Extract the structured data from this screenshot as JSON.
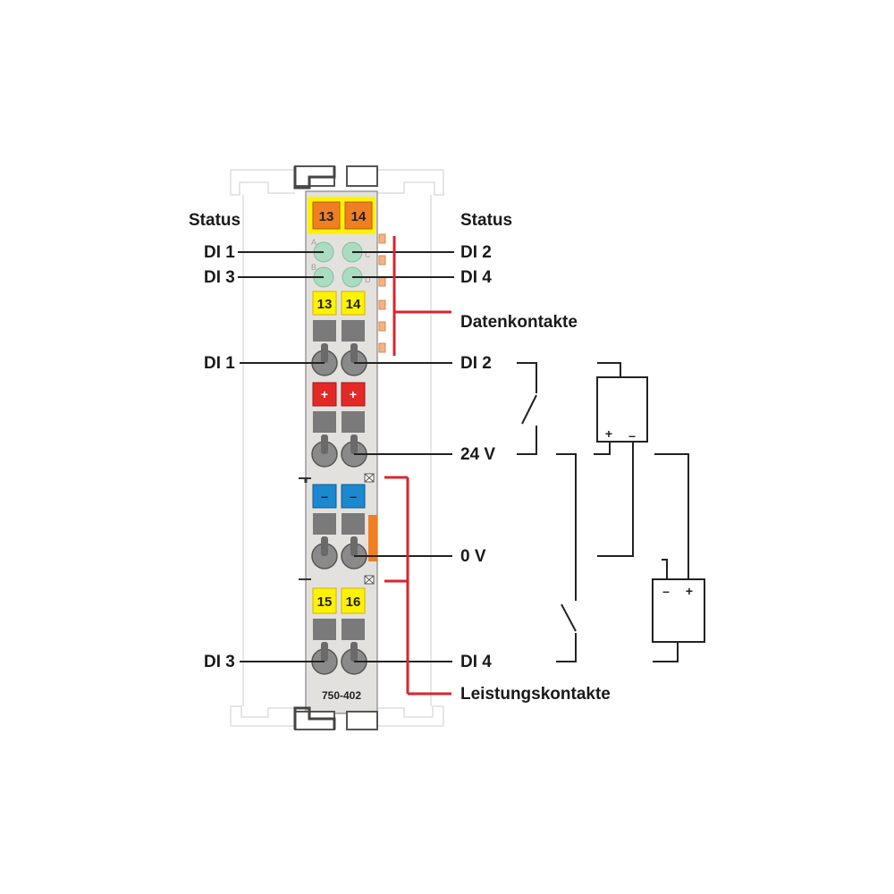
{
  "labels": {
    "status_left": "Status",
    "status_right": "Status",
    "led_di1": "DI 1",
    "led_di3": "DI 3",
    "led_di2": "DI 2",
    "led_di4": "DI 4",
    "datenkontakte": "Datenkontakte",
    "conn_di1": "DI 1",
    "conn_di2": "DI 2",
    "v24": "24 V",
    "v0": "0 V",
    "conn_di3": "DI 3",
    "conn_di4": "DI 4",
    "leistungskontakte": "Leistungskontakte"
  },
  "module": {
    "model": "750-402",
    "status_terminals": [
      "13",
      "14"
    ],
    "top_terminals": [
      "13",
      "14"
    ],
    "plus_terminals": [
      "+",
      "+"
    ],
    "minus_terminals": [
      "–",
      "–"
    ],
    "bottom_terminals": [
      "15",
      "16"
    ],
    "led_letters": [
      "A",
      "C",
      "B",
      "D"
    ]
  },
  "circuit": {
    "source1_signs": [
      "+",
      "–"
    ],
    "source2_signs": [
      "–",
      "+"
    ]
  },
  "colors": {
    "terminal_orange": "#f07f22",
    "terminal_yellow": "#fff200",
    "terminal_red": "#e32926",
    "terminal_blue": "#1b88cf",
    "led_green": "#a9dcc0",
    "contact_red": "#d8262e",
    "housing_gray": "#e3e1de"
  }
}
